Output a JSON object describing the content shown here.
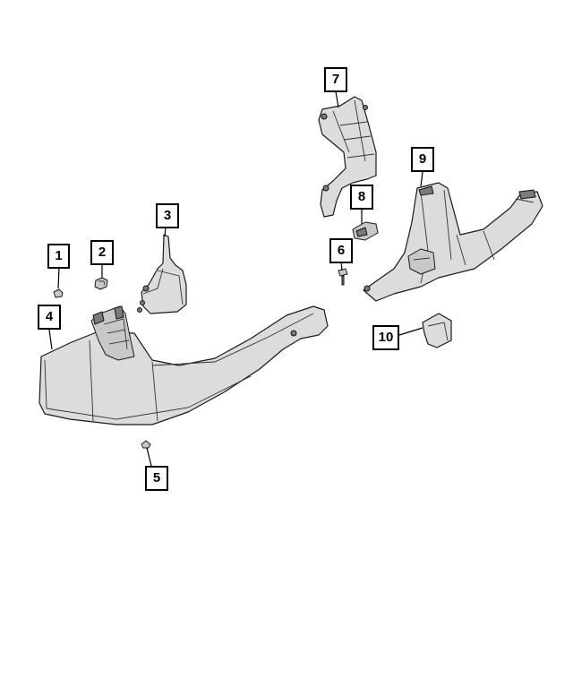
{
  "callouts": [
    {
      "id": "1",
      "label": "1"
    },
    {
      "id": "2",
      "label": "2"
    },
    {
      "id": "3",
      "label": "3"
    },
    {
      "id": "4",
      "label": "4"
    },
    {
      "id": "5",
      "label": "5"
    },
    {
      "id": "6",
      "label": "6"
    },
    {
      "id": "7",
      "label": "7"
    },
    {
      "id": "8",
      "label": "8"
    },
    {
      "id": "9",
      "label": "9"
    },
    {
      "id": "10",
      "label": "10"
    }
  ],
  "colors": {
    "background": "#ffffff",
    "part_fill": "#dcdcdc",
    "outline": "#1a1a1a"
  }
}
